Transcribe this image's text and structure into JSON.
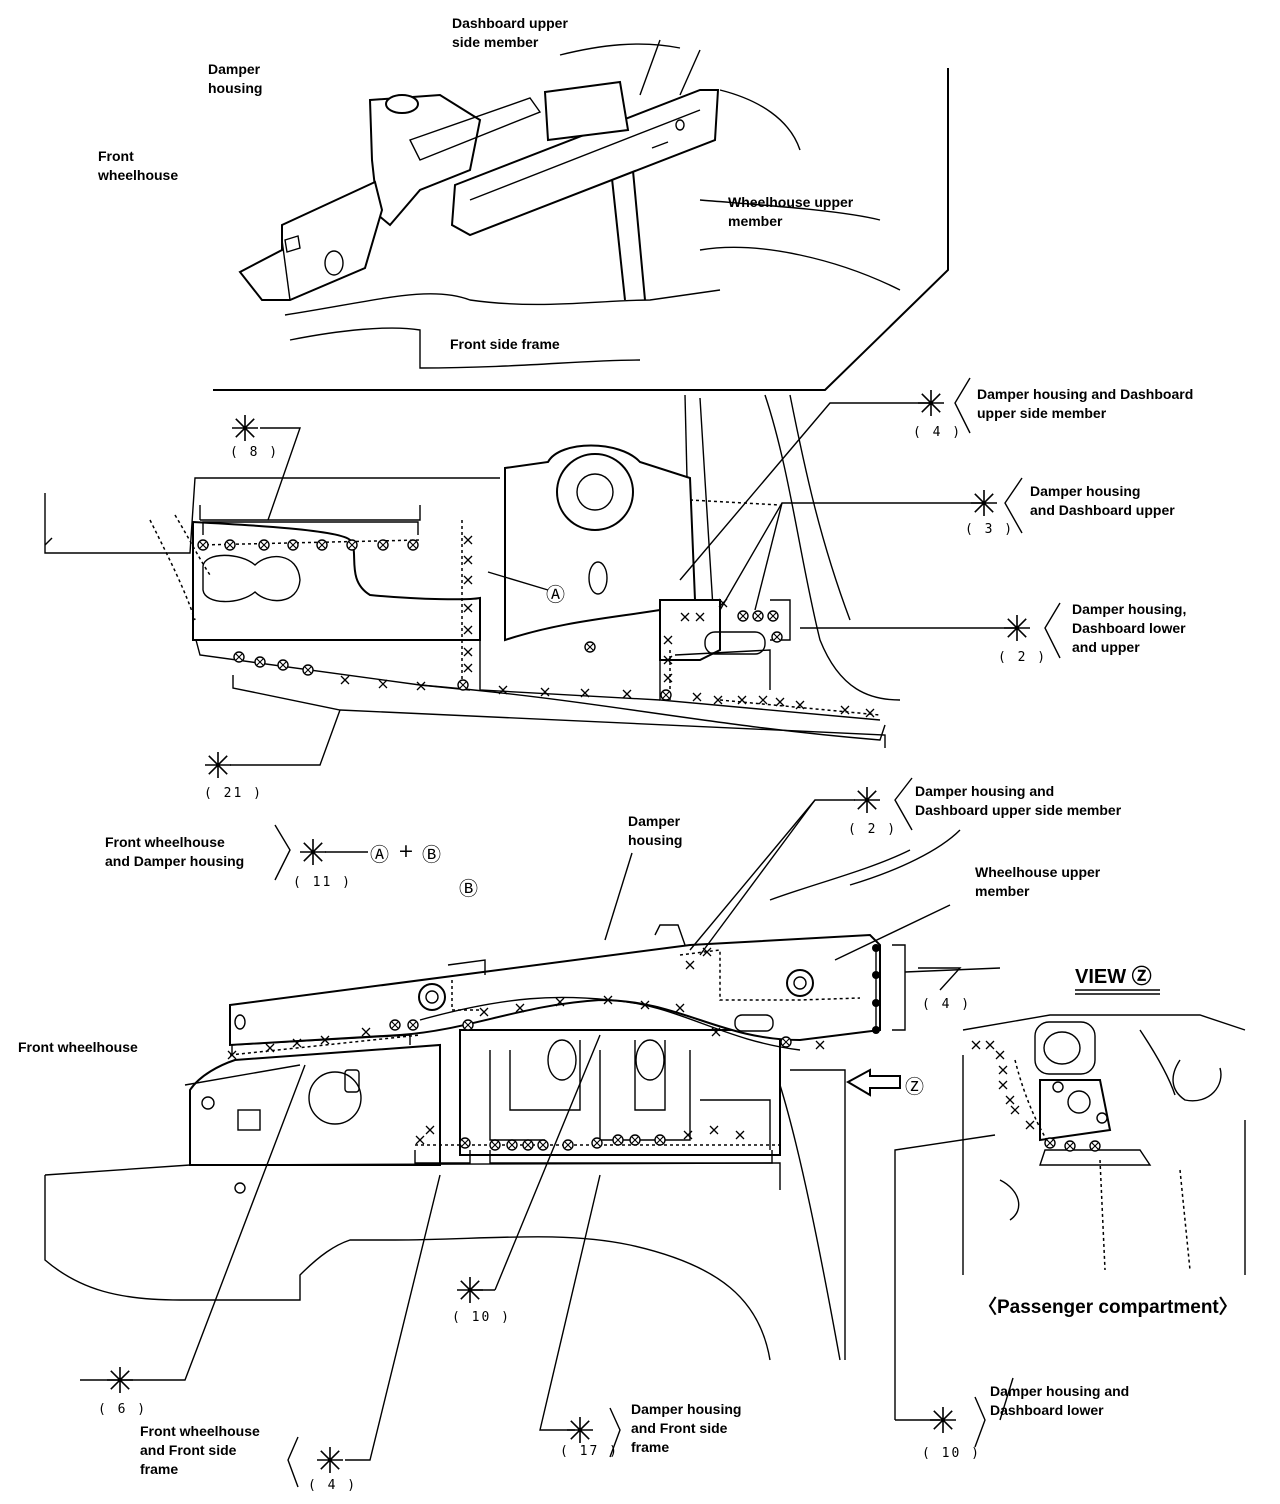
{
  "upper_view": {
    "dashboard_upper_side_member": "Dashboard upper\nside member",
    "damper_housing": "Damper\nhousing",
    "front_wheelhouse": "Front\nwheelhouse",
    "wheelhouse_upper_member": "Wheelhouse upper\nmember",
    "front_side_frame": "Front side frame"
  },
  "middle_view": {
    "callouts": [
      {
        "label": "Damper housing and Dashboard\nupper side member",
        "count": "( 4 )"
      },
      {
        "label": "Damper housing\nand Dashboard upper",
        "count": "( 3 )"
      },
      {
        "label": "Damper housing,\nDashboard lower\nand upper",
        "count": "( 2 )"
      }
    ],
    "count_8": "( 8 )",
    "count_21": "( 21 )",
    "marker_a": "Ⓐ"
  },
  "lower_view": {
    "damper_dash_upper_side": "Damper housing and\nDashboard upper side member",
    "count_2": "( 2 )",
    "damper_housing": "Damper\nhousing",
    "front_wh_damper": "Front wheelhouse\nand Damper housing",
    "count_11": "( 11 )",
    "marker_a": "Ⓐ",
    "plus": "+",
    "marker_b": "Ⓑ",
    "wheelhouse_upper_member": "Wheelhouse upper\nmember",
    "count_4_right": "( 4 )",
    "front_wheelhouse": "Front wheelhouse",
    "marker_z": "Ⓩ",
    "count_10": "( 10 )",
    "count_6": "( 6 )",
    "front_wh_side_frame": "Front wheelhouse\nand Front side\nframe",
    "count_4_bottom": "( 4 )",
    "damper_front_side": "Damper housing\nand Front side\nframe",
    "count_17": "( 17 )"
  },
  "view_z": {
    "title": "VIEW Ⓩ",
    "passenger_compartment": "〈Passenger compartment〉",
    "damper_dash_lower": "Damper housing and\nDashboard lower",
    "count_10": "( 10 )"
  }
}
